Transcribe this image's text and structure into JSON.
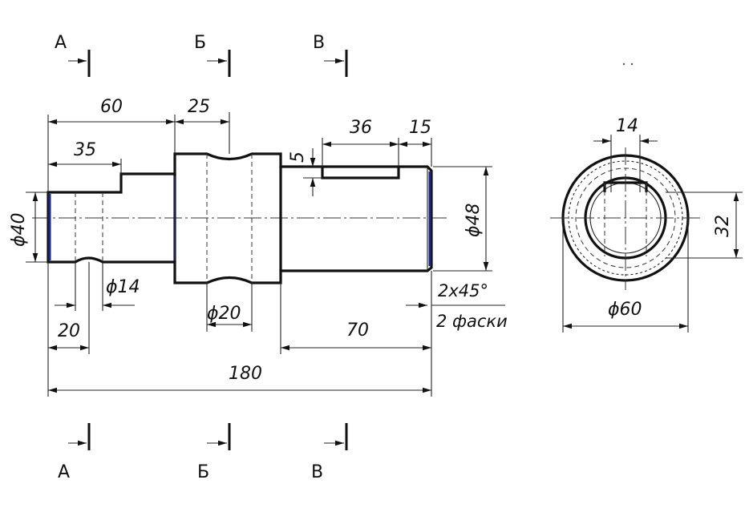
{
  "sections": {
    "a": "А",
    "b": "Б",
    "v": "В"
  },
  "dims": {
    "d60": "60",
    "d25": "25",
    "d35": "35",
    "d36": "36",
    "d15": "15",
    "d5": "5",
    "dia40": "ϕ40",
    "dia48": "ϕ48",
    "dia14": "ϕ14",
    "dia20": "ϕ20",
    "d20": "20",
    "d70": "70",
    "d180": "180",
    "chamfer": "2x45°",
    "chamfer_note": "2 фаски",
    "d14s": "14",
    "d32": "32",
    "dia60": "ϕ60"
  },
  "colors": {
    "line": "#111111",
    "edge_highlight": "#1a2a8a"
  }
}
